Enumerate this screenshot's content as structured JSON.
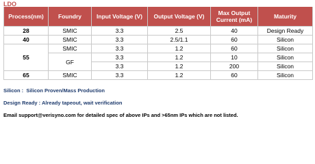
{
  "title": "LDO",
  "table": {
    "headers": {
      "process": "Process(nm)",
      "foundry": "Foundry",
      "input_voltage": "Input Voltage (V)",
      "output_voltage": "Output Voltage (V)",
      "max_output_current": "Max Output Current (mA)",
      "maturity": "Maturity"
    },
    "rows": [
      {
        "process": "28",
        "foundry": "SMIC",
        "input_voltage": "3.3",
        "output_voltage": "2.5",
        "max_output_current": "40",
        "maturity": "Design Ready"
      },
      {
        "process": "40",
        "foundry": "SMIC",
        "input_voltage": "3.3",
        "output_voltage": "2.5/1.1",
        "max_output_current": "60",
        "maturity": "Silicon"
      },
      {
        "process": "55",
        "foundry": "SMIC",
        "input_voltage": "3.3",
        "output_voltage": "1.2",
        "max_output_current": "60",
        "maturity": "Silicon"
      },
      {
        "process": "",
        "foundry": "GF",
        "input_voltage": "3.3",
        "output_voltage": "1.2",
        "max_output_current": "10",
        "maturity": "Silicon"
      },
      {
        "process": "",
        "foundry": "",
        "input_voltage": "3.3",
        "output_voltage": "1.2",
        "max_output_current": "200",
        "maturity": "Silicon"
      },
      {
        "process": "65",
        "foundry": "SMIC",
        "input_voltage": "3.3",
        "output_voltage": "1.2",
        "max_output_current": "60",
        "maturity": "Silicon"
      }
    ]
  },
  "notes": {
    "silicon": "Silicon :  Silicon Proven/Mass Production",
    "design_ready": "Design Ready : Already tapeout, wait verification",
    "email": "Email support@verisyno.com for detailed spec of above IPs and >65nm IPs which are not listed."
  },
  "colors": {
    "header_bg": "#c0504d",
    "title": "#c0504d",
    "note_text": "#1f3c6e"
  }
}
